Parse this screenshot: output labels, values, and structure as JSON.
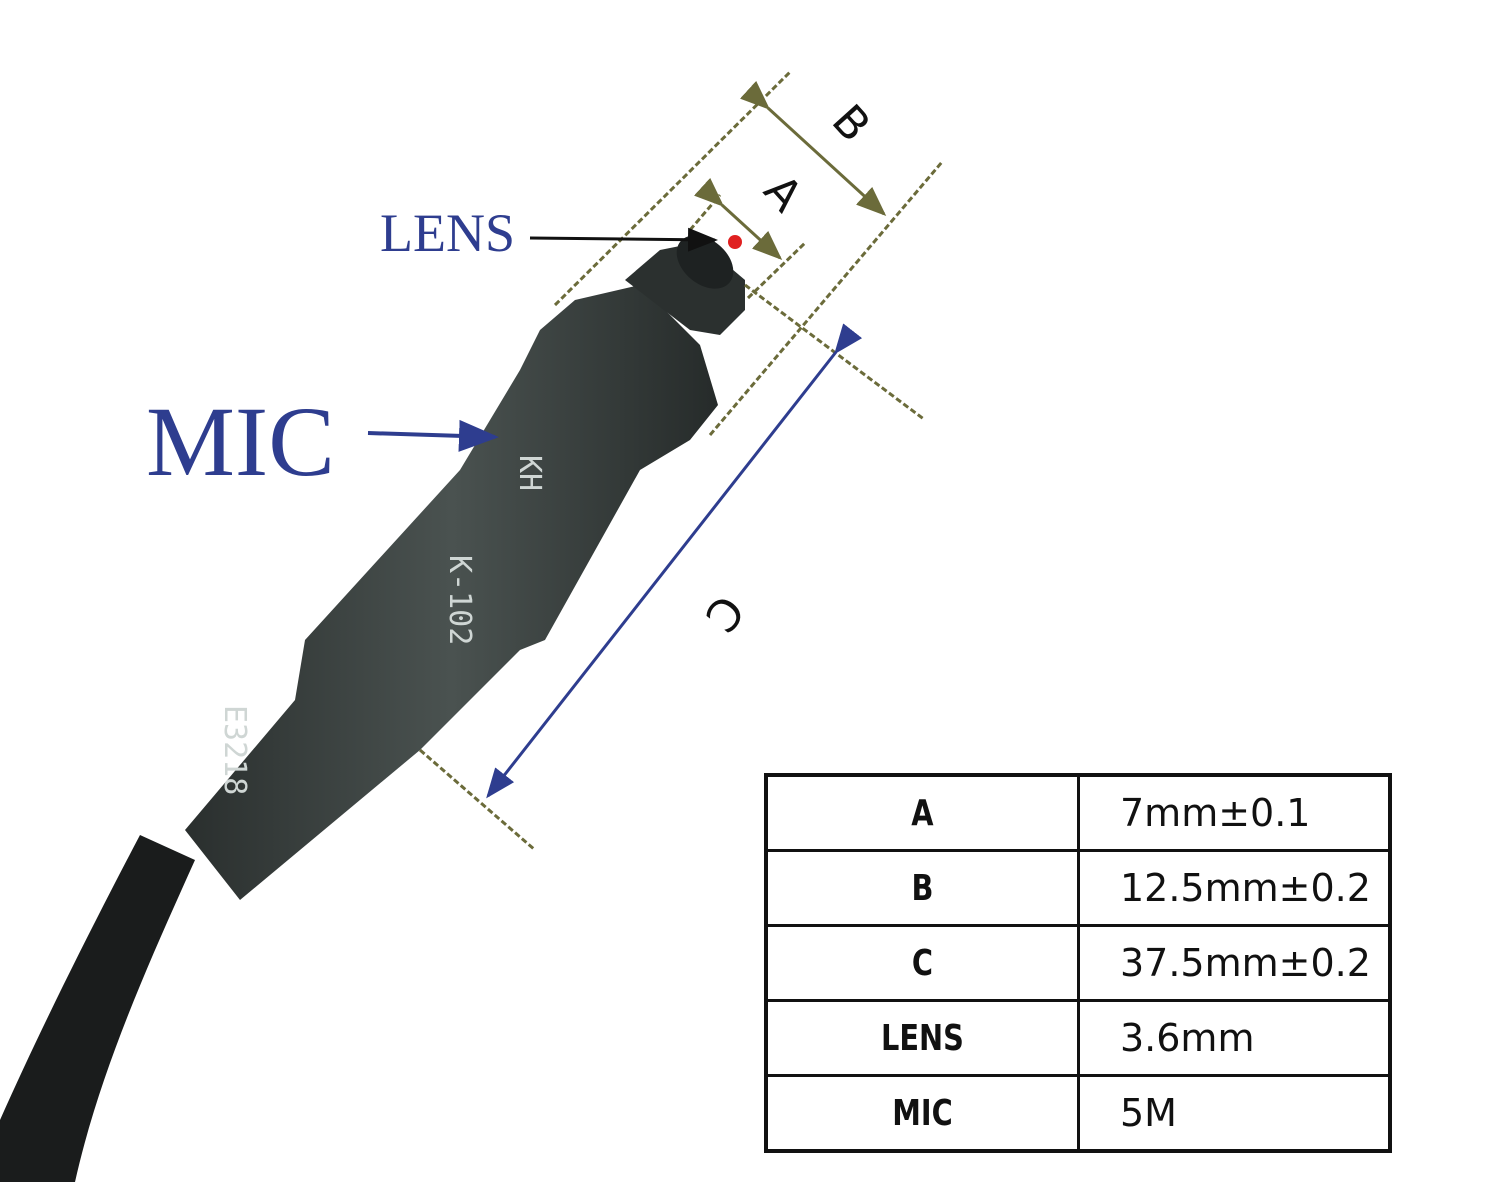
{
  "labels": {
    "lens": "LENS",
    "mic": "MIC",
    "dim_a": "A",
    "dim_b": "B",
    "dim_c": "C"
  },
  "sleeve_print": [
    "KH",
    "K-102",
    "E3218"
  ],
  "colors": {
    "callout": "#2e3d8f",
    "lens_dot": "#e02020",
    "dimension_line": "#6b6b3a",
    "body": "#3c4240"
  },
  "spec_table": [
    {
      "key": "A",
      "value": "7mm±0.1"
    },
    {
      "key": "B",
      "value": "12.5mm±0.2"
    },
    {
      "key": "C",
      "value": "37.5mm±0.2"
    },
    {
      "key": "LENS",
      "value": "3.6mm"
    },
    {
      "key": "MIC",
      "value": "5M"
    }
  ]
}
